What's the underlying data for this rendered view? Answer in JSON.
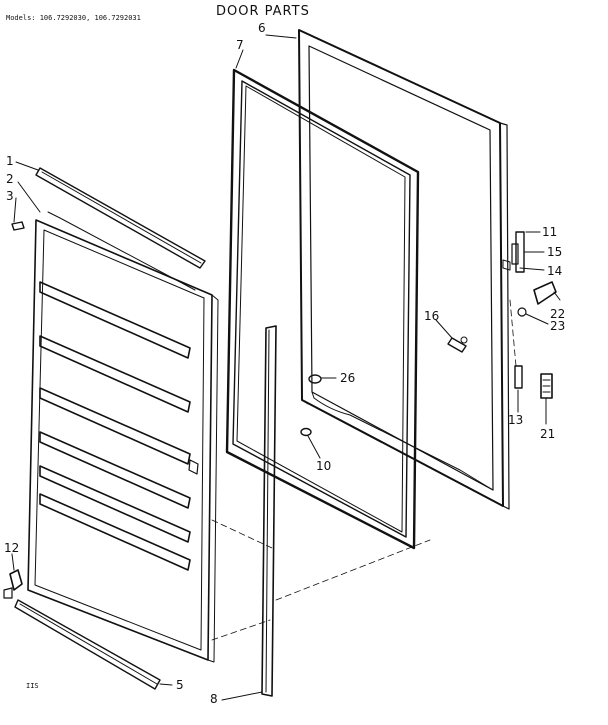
{
  "header": {
    "models": "Models: 106.7292030, 106.7292031",
    "title": "DOOR PARTS"
  },
  "footer_code": "IIS",
  "callouts": {
    "c1": "1",
    "c2": "2",
    "c3": "3",
    "c5": "5",
    "c6": "6",
    "c7": "7",
    "c8": "8",
    "c10": "10",
    "c11": "11",
    "c12": "12",
    "c13": "13",
    "c14": "14",
    "c15": "15",
    "c16": "16",
    "c21": "21",
    "c22": "22",
    "c23": "23",
    "c26": "26"
  }
}
